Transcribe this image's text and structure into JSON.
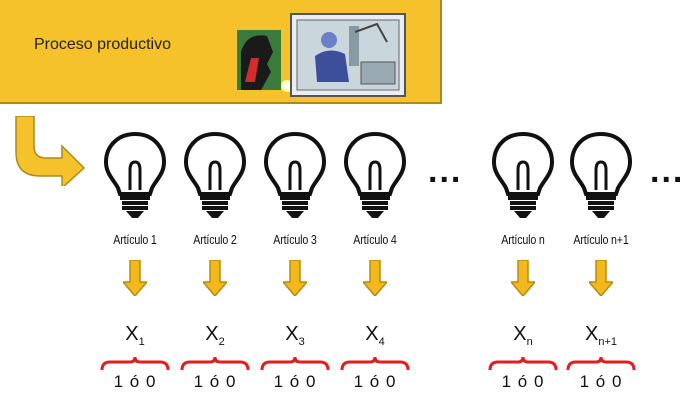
{
  "banner": {
    "title": "Proceso productivo"
  },
  "items": [
    {
      "label": "Artículo 1",
      "var": "X",
      "sub": "1",
      "options": "1 ó 0"
    },
    {
      "label": "Artículo 2",
      "var": "X",
      "sub": "2",
      "options": "1 ó 0"
    },
    {
      "label": "Artículo 3",
      "var": "X",
      "sub": "3",
      "options": "1 ó 0"
    },
    {
      "label": "Artículo 4",
      "var": "X",
      "sub": "4",
      "options": "1 ó 0"
    },
    {
      "label": "Artículo n",
      "var": "X",
      "sub": "n",
      "options": "1 ó 0"
    },
    {
      "label": "Artículo n+1",
      "var": "X",
      "sub": "n+1",
      "options": "1 ó 0"
    }
  ],
  "ellipsis": "...",
  "colors": {
    "banner": "#f6c22c",
    "arrow": "#f5b81c",
    "brace": "#e02020"
  }
}
